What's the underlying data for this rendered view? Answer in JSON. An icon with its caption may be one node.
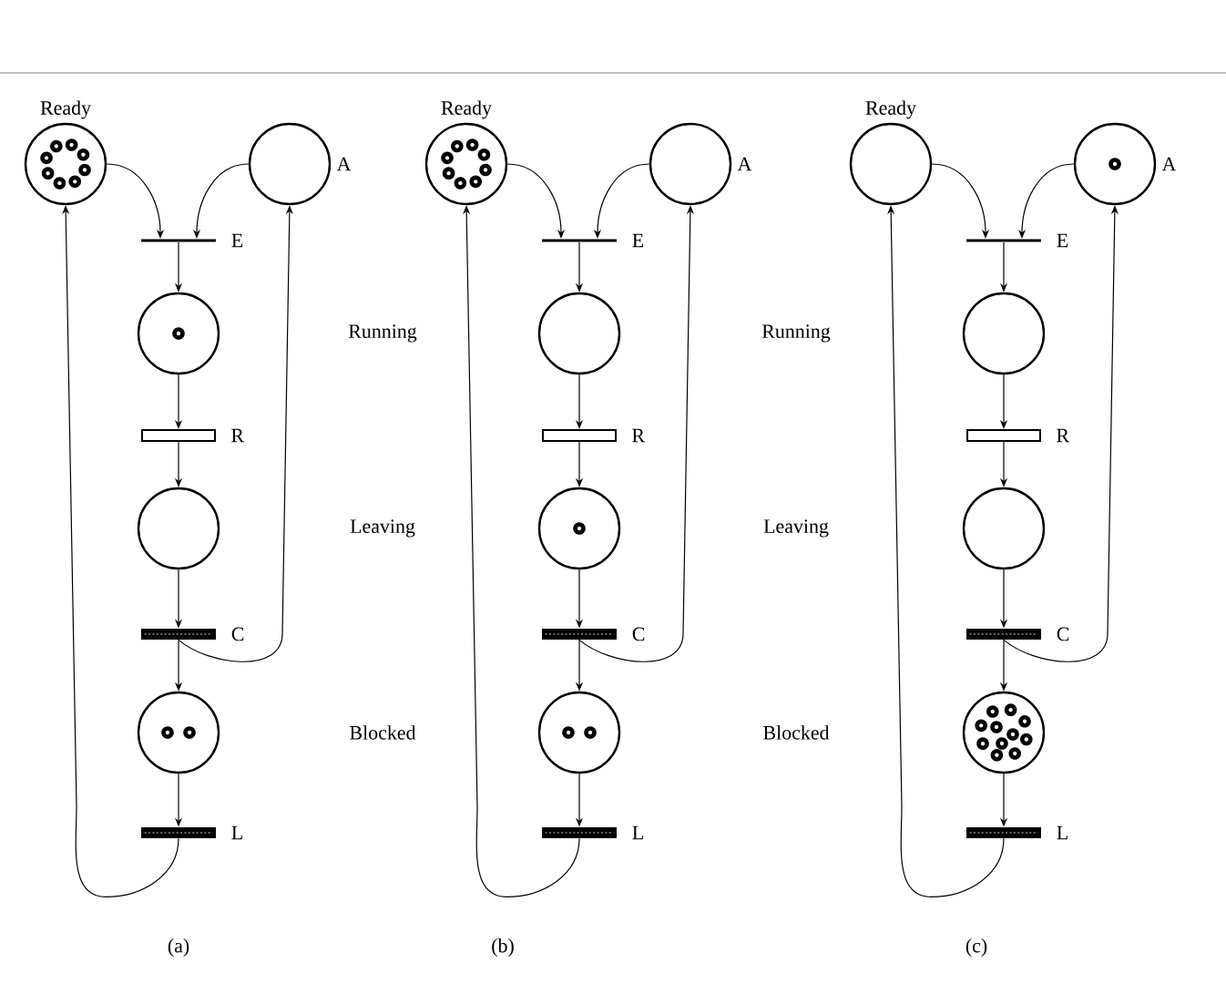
{
  "diagram": {
    "nodes": [
      {
        "text": [
          "Ready"
        ]
      },
      {
        "text": [
          "A"
        ]
      },
      {
        "text": [
          "E"
        ]
      },
      {
        "text": [],
        "shape": "circle"
      },
      {
        "text": [
          "R"
        ]
      },
      {
        "text": [],
        "shape": "circle"
      },
      {
        "text": [
          "C"
        ]
      },
      {
        "text": [],
        "shape": "circle"
      },
      {
        "text": [
          "L"
        ]
      },
      {
        "text": [
          "Ready"
        ]
      },
      {
        "text": [
          "A"
        ]
      },
      {
        "text": [
          "E"
        ]
      },
      {
        "text": [],
        "shape": "circle"
      },
      {
        "text": [
          "R"
        ]
      },
      {
        "text": [],
        "shape": "circle"
      },
      {
        "text": [
          "C"
        ]
      },
      {
        "text": [],
        "shape": "circle"
      },
      {
        "text": [
          "L"
        ]
      },
      {
        "text": [
          "Ready"
        ]
      },
      {
        "text": [
          "A"
        ]
      },
      {
        "text": [
          "E"
        ]
      },
      {
        "text": [],
        "shape": "circle"
      },
      {
        "text": [
          "R"
        ]
      },
      {
        "text": [],
        "shape": "circle"
      },
      {
        "text": [
          "C"
        ]
      },
      {
        "text": [],
        "shape": "circle"
      },
      {
        "text": [
          "L"
        ]
      }
    ],
    "edges": [
      {
        "from": 0,
        "to": 2,
        "arrow": "to"
      },
      {
        "from": 1,
        "to": 2,
        "arrow": "to"
      },
      {
        "from": 2,
        "to": 3,
        "arrow": "to"
      },
      {
        "from": 3,
        "to": 4,
        "arrow": "to"
      },
      {
        "from": 4,
        "to": 5,
        "arrow": "to"
      },
      {
        "from": 5,
        "to": 6,
        "arrow": "to"
      },
      {
        "from": 6,
        "to": 7,
        "arrow": "to"
      },
      {
        "from": 7,
        "to": 8,
        "arrow": "to"
      },
      {
        "from": 6,
        "to": 1,
        "arrow": "to"
      },
      {
        "from": 8,
        "to": 0,
        "arrow": "to"
      },
      {
        "from": 9,
        "to": 11,
        "arrow": "to"
      },
      {
        "from": 10,
        "to": 11,
        "arrow": "to"
      },
      {
        "from": 11,
        "to": 12,
        "arrow": "to"
      },
      {
        "from": 12,
        "to": 13,
        "arrow": "to"
      },
      {
        "from": 13,
        "to": 14,
        "arrow": "to"
      },
      {
        "from": 14,
        "to": 15,
        "arrow": "to"
      },
      {
        "from": 15,
        "to": 16,
        "arrow": "to"
      },
      {
        "from": 16,
        "to": 17,
        "arrow": "to"
      },
      {
        "from": 15,
        "to": 10,
        "arrow": "to"
      },
      {
        "from": 17,
        "to": 9,
        "arrow": "to"
      },
      {
        "from": 18,
        "to": 20,
        "arrow": "to"
      },
      {
        "from": 19,
        "to": 20,
        "arrow": "to"
      },
      {
        "from": 20,
        "to": 21,
        "arrow": "to"
      },
      {
        "from": 21,
        "to": 22,
        "arrow": "to"
      },
      {
        "from": 22,
        "to": 23,
        "arrow": "to"
      },
      {
        "from": 23,
        "to": 24,
        "arrow": "to"
      },
      {
        "from": 24,
        "to": 25,
        "arrow": "to"
      },
      {
        "from": 25,
        "to": 26,
        "arrow": "to"
      },
      {
        "from": 24,
        "to": 19,
        "arrow": "to"
      },
      {
        "from": 26,
        "to": 18,
        "arrow": "to"
      }
    ],
    "labels": [
      "Running",
      "Running",
      "Leaving",
      "Leaving",
      "Blocked",
      "Blocked",
      "(a)",
      "(b)",
      "(c)"
    ]
  }
}
